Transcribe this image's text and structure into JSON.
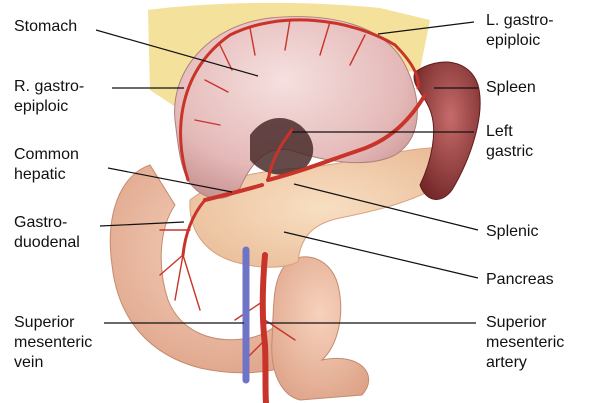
{
  "labels": {
    "stomach": "Stomach",
    "r_gastroepiploic": "R. gastro-\nepiploic",
    "common_hepatic": "Common\nhepatic",
    "gastroduodenal": "Gastro-\nduodenal",
    "superior_mesenteric_vein": "Superior\nmesenteric\nvein",
    "l_gastroepiploic": "L. gastro-\nepiploic",
    "spleen": "Spleen",
    "left_gastric": "Left\ngastric",
    "splenic": "Splenic",
    "pancreas": "Pancreas",
    "superior_mesenteric_artery": "Superior\nmesenteric\nartery"
  },
  "colors": {
    "artery": "#c8342a",
    "vein": "#6f74c6",
    "stomach": "#e8c3c2",
    "spleen": "#8e3b3b",
    "pancreas": "#efcaa6",
    "intestine": "#e9b497",
    "fat": "#f1dc8b"
  }
}
